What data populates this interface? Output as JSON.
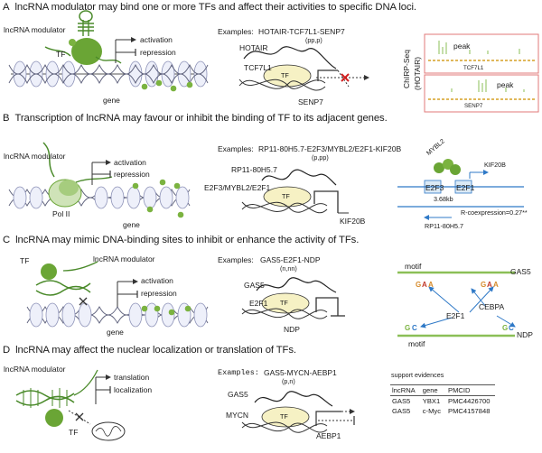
{
  "panels": {
    "A": {
      "letter": "A",
      "title": "lncRNA modulator may bind one or more TFs and affect their activities to specific DNA loci.",
      "modulator_label": "lncRNA modulator",
      "tf_label": "TF",
      "activation": "activation",
      "repression": "repression",
      "gene_label": "gene",
      "examples_label": "Examples:",
      "example_name": "HOTAIR-TCF7L1-SENP7",
      "example_code": "(pp,p)",
      "rna_label": "HOTAIR",
      "tf_name": "TCF7L1",
      "tf_inner": "TF",
      "target_label": "SENP7",
      "chirp_label": "ChIRP-Seq",
      "chirp_sub": "(HOTAIR)",
      "peak1": "peak",
      "track1": "TCF7L1",
      "peak2": "peak",
      "track2": "SENP7"
    },
    "B": {
      "letter": "B",
      "title": "Transcription of lncRNA may favour or inhibit the binding of TF to its adjacent genes.",
      "modulator_label": "lncRNA modulator",
      "activation": "activation",
      "repression": "repression",
      "polii_label": "Pol II",
      "gene_label": "gene",
      "examples_label": "Examples:",
      "example_name": "RP11-80H5.7-E2F3/MYBL2/E2F1-KIF20B",
      "example_code": "(p,pp)",
      "rna_label": "RP11-80H5.7",
      "tf_name": "E2F3/MYBL2/E2F1",
      "tf_inner": "TF",
      "target_label": "KIF20B",
      "mybl2": "MYBL2",
      "kif20b_r": "KIF20B",
      "e2f3": "E2F3",
      "e2f1": "E2F1",
      "dist": "3.68kb",
      "rcoex": "R-coexpression=0.27**",
      "rp_r": "RP11-80H5.7"
    },
    "C": {
      "letter": "C",
      "title": "lncRNA may mimic DNA-binding sites to inhibit or enhance the activity of TFs.",
      "tf_label": "TF",
      "modulator_label": "lncRNA modulator",
      "activation": "activation",
      "repression": "repression",
      "gene_label": "gene",
      "examples_label": "Examples:",
      "example_name": "GAS5-E2F1-NDP",
      "example_code": "(n,nn)",
      "rna_label": "GAS5",
      "tf_name": "E2F1",
      "tf_inner": "TF",
      "target_label": "NDP",
      "motif_top": "motif",
      "gas5_r": "GAS5",
      "e2f1_r": "E2F1",
      "cebpa_r": "CEBPA",
      "ndp_r": "NDP",
      "motif_bottom": "motif"
    },
    "D": {
      "letter": "D",
      "title": "lncRNA may affect the nuclear localization or translation of TFs.",
      "modulator_label": "lncRNA modulator",
      "translation": "translation",
      "localization": "localization",
      "tf_label": "TF",
      "examples_label": "Examples:",
      "example_name": "GAS5-MYCN-AEBP1",
      "example_code": "(p,n)",
      "rna_label": "GAS5",
      "tf_name": "MYCN",
      "tf_inner": "TF",
      "target_label": "AEBP1",
      "support_title": "support evidences",
      "table": {
        "headers": [
          "lncRNA",
          "gene",
          "PMCID"
        ],
        "rows": [
          [
            "GAS5",
            "YBX1",
            "PMC4426700"
          ],
          [
            "GAS5",
            "c-Myc",
            "PMC4157848"
          ]
        ]
      }
    }
  },
  "colors": {
    "tf_green": "#6aa535",
    "dot_green": "#7bb340",
    "tf_oval": "#f6f1c4",
    "red_x": "#d42020",
    "blue": "#2f79c7",
    "chirp_border": "#e07a7a"
  }
}
